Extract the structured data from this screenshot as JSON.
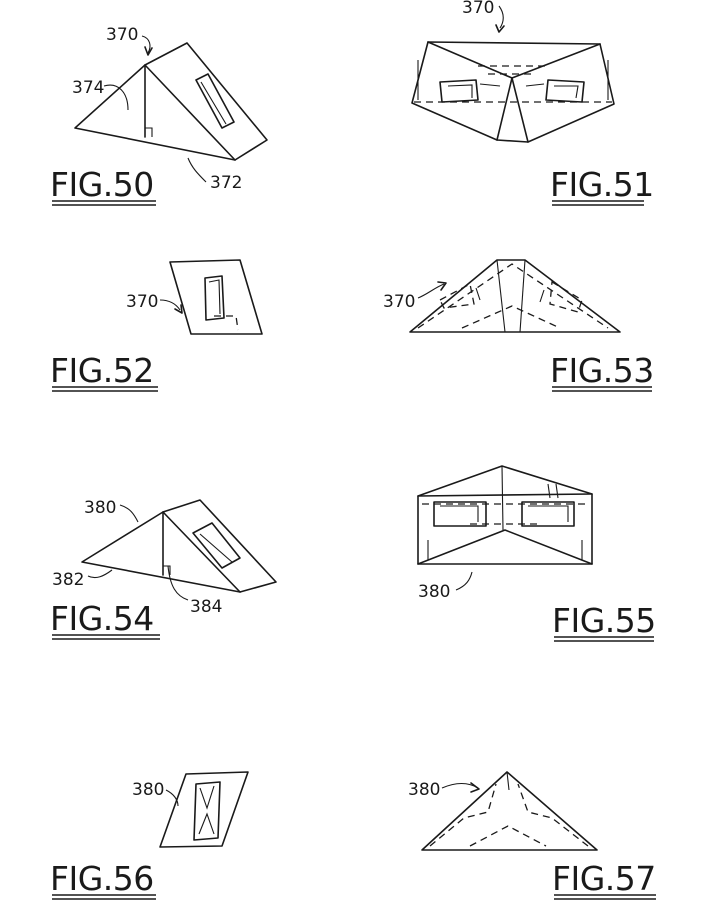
{
  "figures": [
    {
      "label": "FIG.50",
      "refs": [
        "370",
        "374",
        "372"
      ]
    },
    {
      "label": "FIG.51",
      "refs": [
        "370"
      ]
    },
    {
      "label": "FIG.52",
      "refs": [
        "370"
      ]
    },
    {
      "label": "FIG.53",
      "refs": [
        "370"
      ]
    },
    {
      "label": "FIG.54",
      "refs": [
        "380",
        "382",
        "384"
      ]
    },
    {
      "label": "FIG.55",
      "refs": [
        "380"
      ]
    },
    {
      "label": "FIG.56",
      "refs": [
        "380"
      ]
    },
    {
      "label": "FIG.57",
      "refs": [
        "380"
      ]
    }
  ]
}
